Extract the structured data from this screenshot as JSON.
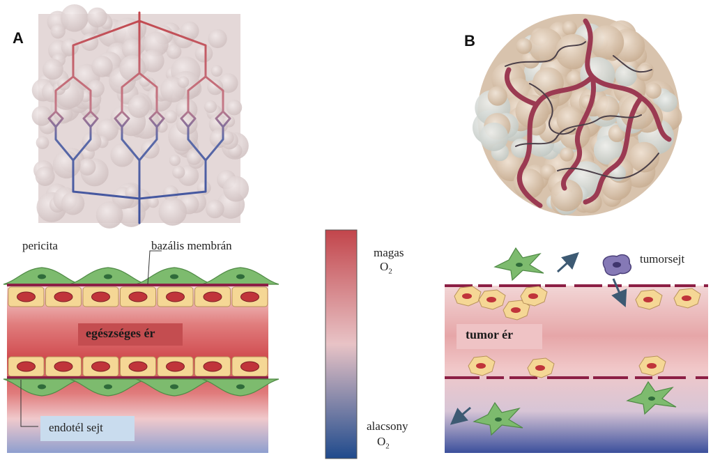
{
  "panels": {
    "a": "A",
    "b": "B"
  },
  "labels": {
    "pericita": "pericita",
    "bazalis": "bazális membrán",
    "healthy": "egészséges ér",
    "endotel": "endotél sejt",
    "tumorsejt": "tumorsejt",
    "tumor_vessel": "tumor ér"
  },
  "scale": {
    "high": "magas",
    "high_o2": "O",
    "low": "alacsony",
    "low_o2": "O",
    "subscript": "2"
  },
  "colors": {
    "artery": "#c2454b",
    "vein": "#3b4f9c",
    "endothelium": "#f5d795",
    "pericyte": "#7dbb6e",
    "membrane": "#8c1f45",
    "tumor_cell": "#8579b6"
  }
}
